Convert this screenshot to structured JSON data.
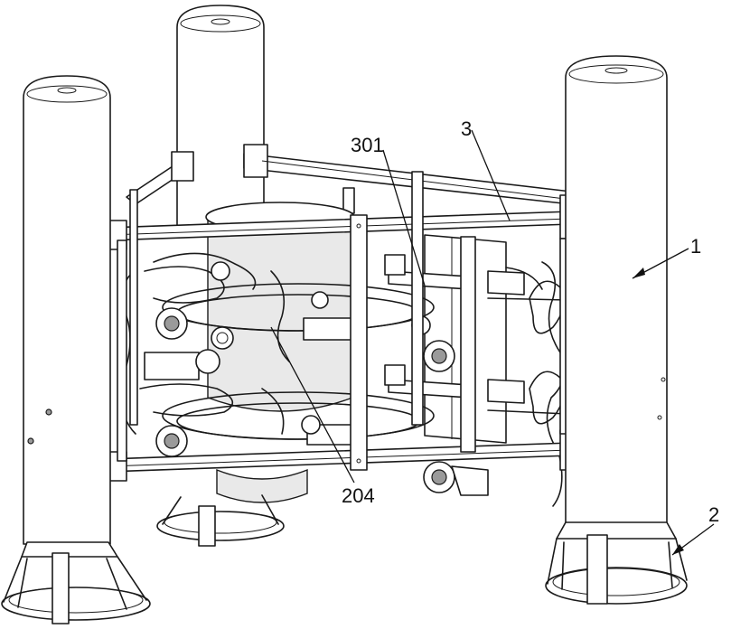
{
  "labels": {
    "l1": "1",
    "l2": "2",
    "l3": "3",
    "l301": "301",
    "l204": "204"
  }
}
